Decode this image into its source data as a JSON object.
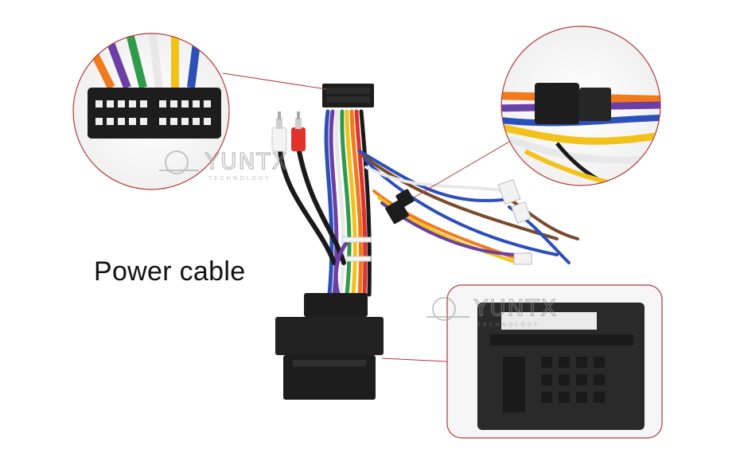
{
  "caption": "Power cable",
  "watermark": "YUNTX",
  "watermark_sub": "TECHNOLOGY",
  "colors": {
    "callout_line": "#b23a3a",
    "connector": "#1d1d1d",
    "wire_red": "#e0312a",
    "wire_orange": "#f07a1c",
    "wire_yellow": "#f2c21b",
    "wire_green": "#2f9a4a",
    "wire_blue": "#2d4fb8",
    "wire_purple": "#6b3fa6",
    "wire_brown": "#7a4a2a",
    "wire_white": "#e8e8e8",
    "wire_black": "#1a1a1a"
  }
}
